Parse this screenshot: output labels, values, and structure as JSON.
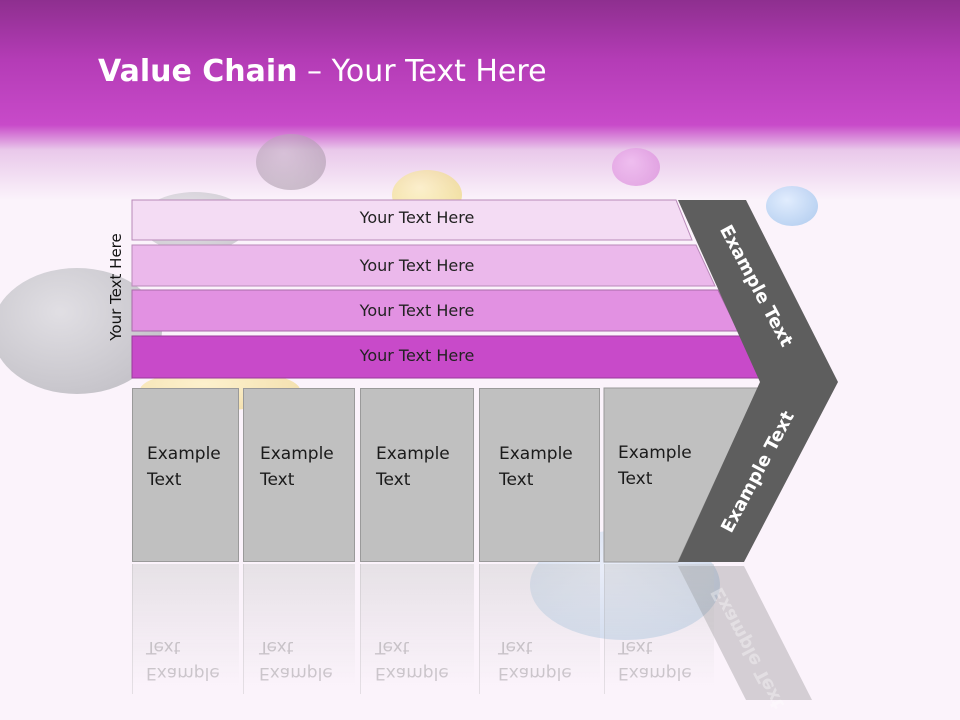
{
  "title": {
    "bold": "Value Chain",
    "rest": " – Your Text Here"
  },
  "side_label": "Your Text Here",
  "bands": [
    {
      "label": "Your Text Here",
      "color": "#f4dcf4"
    },
    {
      "label": "Your Text Here",
      "color": "#ebb8eb"
    },
    {
      "label": "Your Text Here",
      "color": "#e291e2"
    },
    {
      "label": "Your Text Here",
      "color": "#c84ac9"
    }
  ],
  "boxes": [
    {
      "line1": "Example",
      "line2": "Text"
    },
    {
      "line1": "Example",
      "line2": "Text"
    },
    {
      "line1": "Example",
      "line2": "Text"
    },
    {
      "line1": "Example",
      "line2": "Text"
    },
    {
      "line1": "Example",
      "line2": "Text"
    }
  ],
  "chevron": {
    "top_label": "Example Text",
    "bottom_label": "Example Text",
    "color": "#5e5e5e"
  },
  "colors": {
    "header": "#c84ac9",
    "box_fill": "#c0c0c0"
  }
}
